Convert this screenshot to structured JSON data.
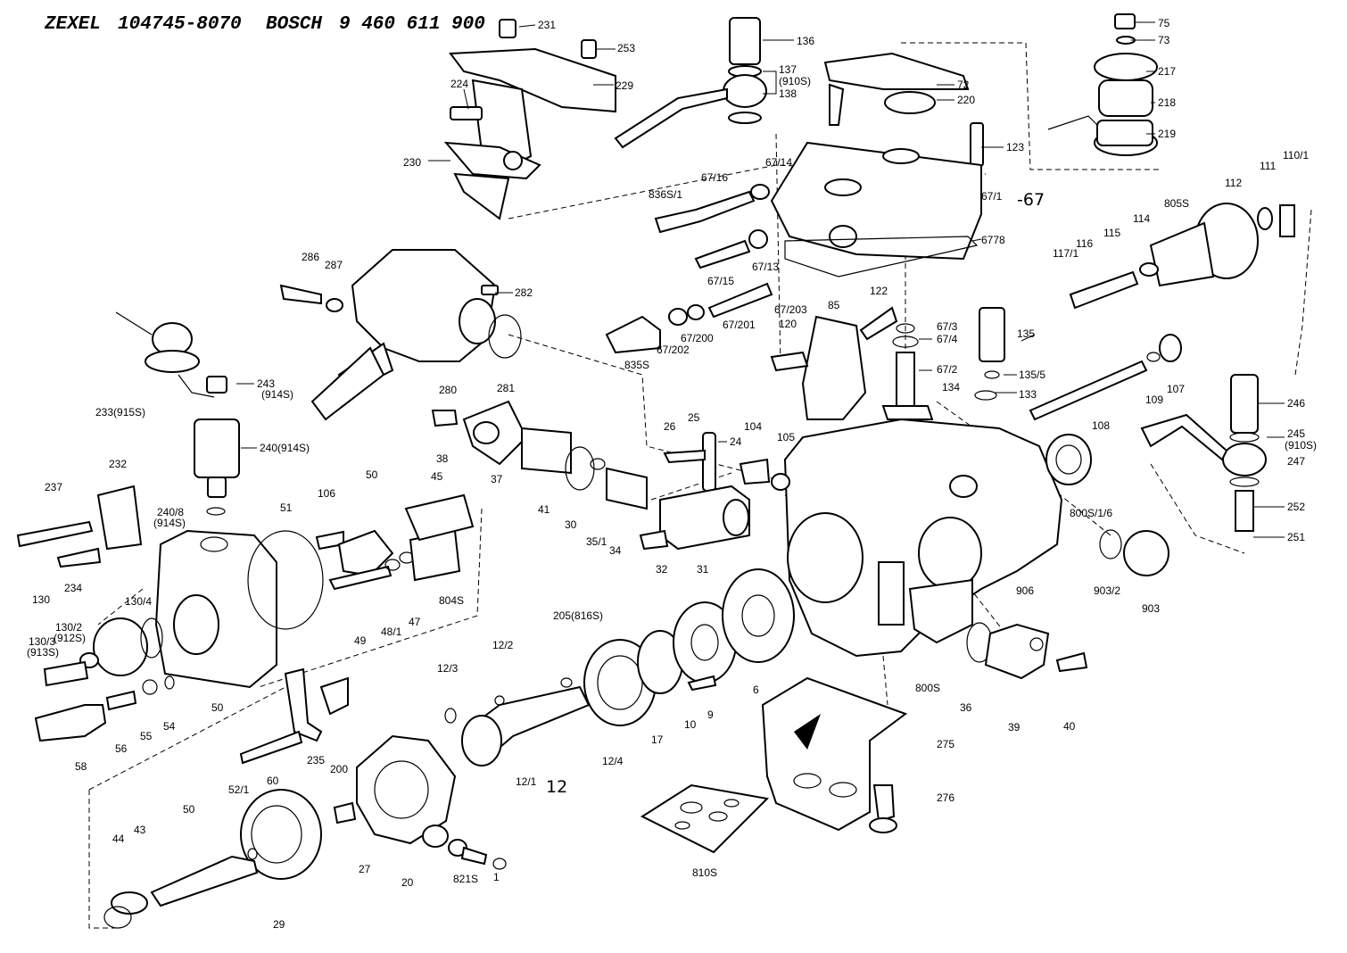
{
  "header": {
    "brand1": "ZEXEL",
    "part1": "104745-8070",
    "brand2": "BOSCH",
    "part2": "9 460 611 900"
  },
  "annotations": [
    "-67",
    "12"
  ],
  "labels": {
    "l231": "231",
    "l253": "253",
    "l229": "229",
    "l224": "224",
    "l230": "230",
    "l136": "136",
    "l137": "137",
    "l9105a": "(910S)",
    "l138": "138",
    "l75": "75",
    "l73": "73",
    "l217": "217",
    "l218": "218",
    "l219": "219",
    "l72": "72",
    "l220": "220",
    "l123": "123",
    "l67_14": "67/14",
    "l836s1": "836S/1",
    "l67_16": "67/16",
    "l67_1": "67/1",
    "l6778": "6778",
    "l67_13": "67/13",
    "l67_15": "67/15",
    "l67_203": "67/203",
    "l67_201": "67/201",
    "l67_200": "67/200",
    "l67_202": "67/202",
    "l835s": "835S",
    "l110_1": "110/1",
    "l111": "111",
    "l112": "112",
    "l805s": "805S",
    "l114": "114",
    "l115": "115",
    "l116": "116",
    "l117_1": "117/1",
    "l286": "286",
    "l287": "287",
    "l282": "282",
    "l280": "280",
    "l281": "281",
    "l243": "243",
    "l914sa": "(914S)",
    "l233": "233(915S)",
    "l240": "240(914S)",
    "l120": "120",
    "l85": "85",
    "l122": "122",
    "l67_3": "67/3",
    "l67_4": "67/4",
    "l67_2": "67/2",
    "l135": "135",
    "l135_5": "135/5",
    "l134": "134",
    "l133": "133",
    "l108": "108",
    "l109": "109",
    "l107": "107",
    "l246": "246",
    "l245": "245",
    "l9105b": "(910S)",
    "l247": "247",
    "l252": "252",
    "l251": "251",
    "l26": "26",
    "l25": "25",
    "l24": "24",
    "l104": "104",
    "l105": "105",
    "l38": "38",
    "l37": "37",
    "l41": "41",
    "l30": "30",
    "l35_1": "35/1",
    "l34": "34",
    "l32": "32",
    "l31": "31",
    "l800s16": "800S/1/6",
    "l906": "906",
    "l903_2": "903/2",
    "l903": "903",
    "l232": "232",
    "l237": "237",
    "l234": "234",
    "l240_8": "240/8",
    "l914sb": "(914S)",
    "l51": "51",
    "l106": "106",
    "l50a": "50",
    "l45": "45",
    "l804s": "804S",
    "l47": "47",
    "l48_1": "48/1",
    "l49": "49",
    "l130": "130",
    "l130_4": "130/4",
    "l130_2": "130/2",
    "l912s": "(912S)",
    "l130_3": "130/3",
    "l913s": "(913S)",
    "l50b": "50",
    "l54": "54",
    "l55": "55",
    "l56": "56",
    "l58": "58",
    "l205": "205(816S)",
    "l12_2": "12/2",
    "l12_3": "12/3",
    "l12_4": "12/4",
    "l17": "17",
    "l10": "10",
    "l9": "9",
    "l6": "6",
    "l12_1": "12/1",
    "l800s": "800S",
    "l36": "36",
    "l39": "39",
    "l40": "40",
    "l275": "275",
    "l276": "276",
    "l810s": "810S",
    "l60": "60",
    "l235": "235",
    "l200": "200",
    "l52_1": "52/1",
    "l50c": "50",
    "l44": "44",
    "l43": "43",
    "l29": "29",
    "l27": "27",
    "l20": "20",
    "l821s": "821S",
    "l1": "1"
  }
}
